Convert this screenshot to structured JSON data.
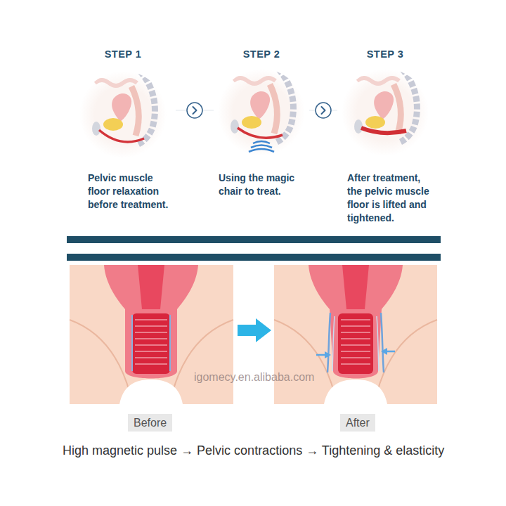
{
  "diagram": {
    "caption": "High magnetic pulse → Pelvic contractions → Tightening & elasticity",
    "nodes": [
      {
        "text": [
          "STEP 1",
          "Pelvic muscle floor relaxation before treatment."
        ]
      },
      {
        "text": [
          "STEP 2",
          "Using the magic chair to treat."
        ]
      },
      {
        "text": [
          "STEP 3",
          "After treatment, the pelvic muscle floor is lifted and tightened."
        ]
      },
      {
        "text": [
          "Before"
        ]
      },
      {
        "text": [
          "After"
        ]
      }
    ],
    "edges": [
      {
        "from": 0,
        "to": 1,
        "arrow": "to"
      },
      {
        "from": 1,
        "to": 2,
        "arrow": "to"
      }
    ],
    "labels": [
      "igomecy.en.alibaba.com"
    ]
  }
}
